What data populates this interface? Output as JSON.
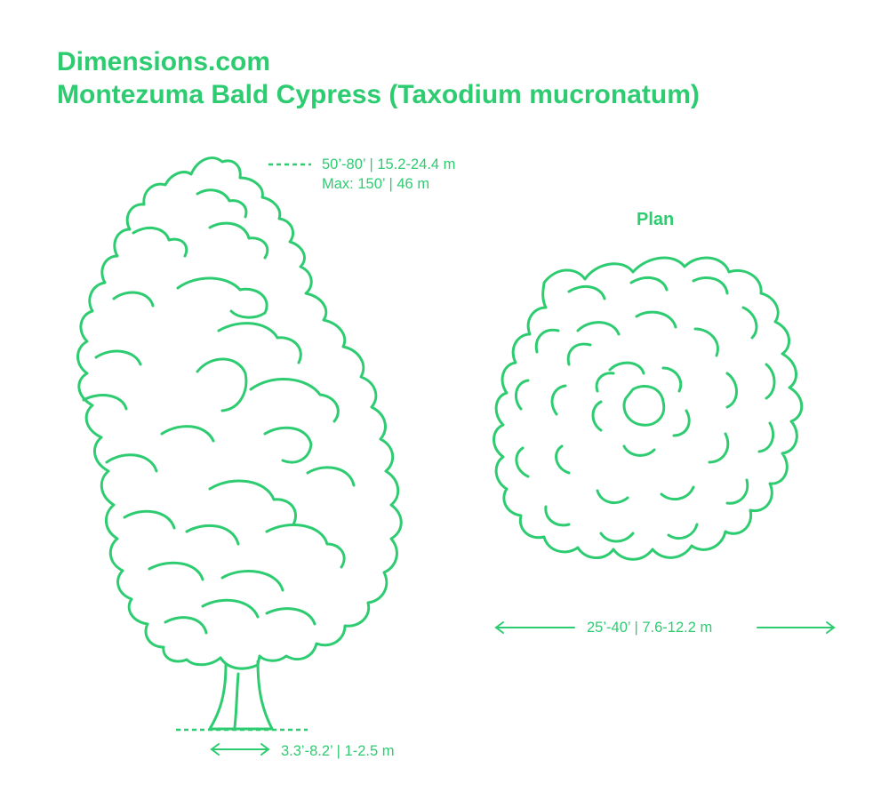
{
  "colors": {
    "accent": "#2ecc71"
  },
  "header": {
    "site": "Dimensions.com",
    "title": "Montezuma Bald Cypress (Taxodium mucronatum)"
  },
  "elevation": {
    "height_label": "50’-80’ | 15.2-24.4 m",
    "max_height_label": "Max: 150’ | 46 m",
    "trunk_label": "3.3’-8.2’ | 1-2.5 m"
  },
  "plan": {
    "label": "Plan",
    "spread_label": "25’-40’ | 7.6-12.2 m"
  }
}
